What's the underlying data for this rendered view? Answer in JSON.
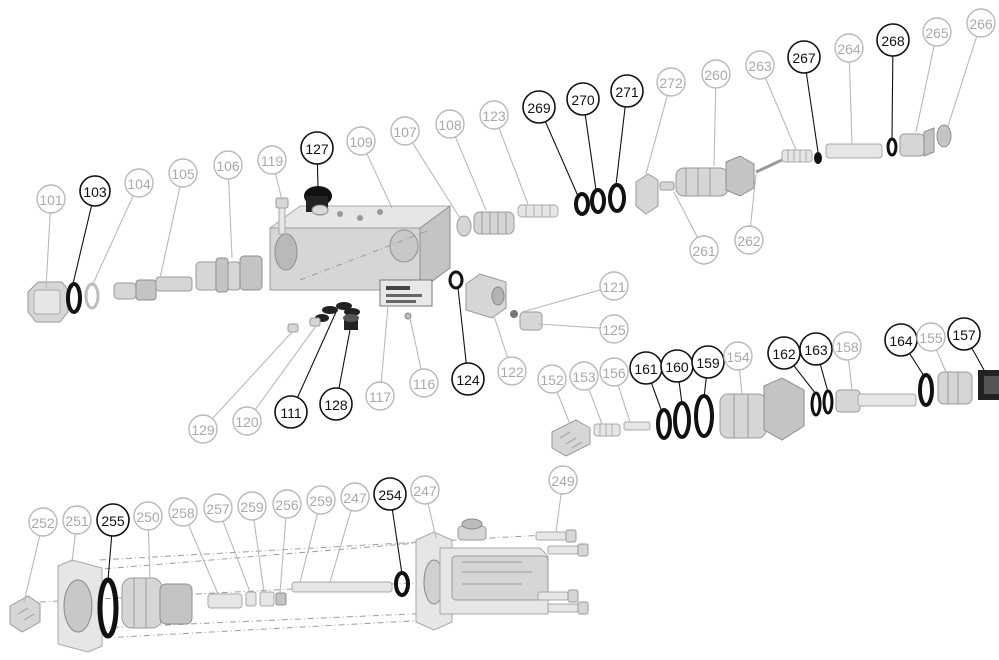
{
  "diagram": {
    "colors": {
      "highlight": "#111111",
      "dimmed": "#b0b0b0",
      "part_fill": "#d6d6d6"
    },
    "callouts": [
      {
        "id": "101",
        "label": "101",
        "highlighted": false
      },
      {
        "id": "103",
        "label": "103",
        "highlighted": true
      },
      {
        "id": "104",
        "label": "104",
        "highlighted": false
      },
      {
        "id": "105",
        "label": "105",
        "highlighted": false
      },
      {
        "id": "106",
        "label": "106",
        "highlighted": false
      },
      {
        "id": "119",
        "label": "119",
        "highlighted": false
      },
      {
        "id": "127",
        "label": "127",
        "highlighted": true
      },
      {
        "id": "109",
        "label": "109",
        "highlighted": false
      },
      {
        "id": "107",
        "label": "107",
        "highlighted": false
      },
      {
        "id": "108",
        "label": "108",
        "highlighted": false
      },
      {
        "id": "123",
        "label": "123",
        "highlighted": false
      },
      {
        "id": "269",
        "label": "269",
        "highlighted": true
      },
      {
        "id": "270",
        "label": "270",
        "highlighted": true
      },
      {
        "id": "271",
        "label": "271",
        "highlighted": true
      },
      {
        "id": "272",
        "label": "272",
        "highlighted": false
      },
      {
        "id": "260",
        "label": "260",
        "highlighted": false
      },
      {
        "id": "263",
        "label": "263",
        "highlighted": false
      },
      {
        "id": "267",
        "label": "267",
        "highlighted": true
      },
      {
        "id": "264",
        "label": "264",
        "highlighted": false
      },
      {
        "id": "268",
        "label": "268",
        "highlighted": true
      },
      {
        "id": "265",
        "label": "265",
        "highlighted": false
      },
      {
        "id": "266",
        "label": "266",
        "highlighted": false
      },
      {
        "id": "261",
        "label": "261",
        "highlighted": false
      },
      {
        "id": "262",
        "label": "262",
        "highlighted": false
      },
      {
        "id": "121",
        "label": "121",
        "highlighted": false
      },
      {
        "id": "125",
        "label": "125",
        "highlighted": false
      },
      {
        "id": "122",
        "label": "122",
        "highlighted": false
      },
      {
        "id": "124",
        "label": "124",
        "highlighted": true
      },
      {
        "id": "116",
        "label": "116",
        "highlighted": false
      },
      {
        "id": "117",
        "label": "117",
        "highlighted": false
      },
      {
        "id": "128",
        "label": "128",
        "highlighted": true
      },
      {
        "id": "111",
        "label": "111",
        "highlighted": true
      },
      {
        "id": "120",
        "label": "120",
        "highlighted": false
      },
      {
        "id": "129",
        "label": "129",
        "highlighted": false
      },
      {
        "id": "152",
        "label": "152",
        "highlighted": false
      },
      {
        "id": "153",
        "label": "153",
        "highlighted": false
      },
      {
        "id": "156",
        "label": "156",
        "highlighted": false
      },
      {
        "id": "161",
        "label": "161",
        "highlighted": true
      },
      {
        "id": "160",
        "label": "160",
        "highlighted": true
      },
      {
        "id": "159",
        "label": "159",
        "highlighted": true
      },
      {
        "id": "154",
        "label": "154",
        "highlighted": false
      },
      {
        "id": "162",
        "label": "162",
        "highlighted": true
      },
      {
        "id": "163",
        "label": "163",
        "highlighted": true
      },
      {
        "id": "158",
        "label": "158",
        "highlighted": false
      },
      {
        "id": "164",
        "label": "164",
        "highlighted": true
      },
      {
        "id": "155",
        "label": "155",
        "highlighted": false
      },
      {
        "id": "157",
        "label": "157",
        "highlighted": true
      },
      {
        "id": "249",
        "label": "249",
        "highlighted": false
      },
      {
        "id": "252",
        "label": "252",
        "highlighted": false
      },
      {
        "id": "251",
        "label": "251",
        "highlighted": false
      },
      {
        "id": "255",
        "label": "255",
        "highlighted": true
      },
      {
        "id": "250",
        "label": "250",
        "highlighted": false
      },
      {
        "id": "258",
        "label": "258",
        "highlighted": false
      },
      {
        "id": "257",
        "label": "257",
        "highlighted": false
      },
      {
        "id": "259a",
        "label": "259",
        "highlighted": false
      },
      {
        "id": "256",
        "label": "256",
        "highlighted": false
      },
      {
        "id": "259b",
        "label": "259",
        "highlighted": false
      },
      {
        "id": "247a",
        "label": "247",
        "highlighted": false
      },
      {
        "id": "254",
        "label": "254",
        "highlighted": true
      },
      {
        "id": "247b",
        "label": "247",
        "highlighted": false
      }
    ]
  }
}
